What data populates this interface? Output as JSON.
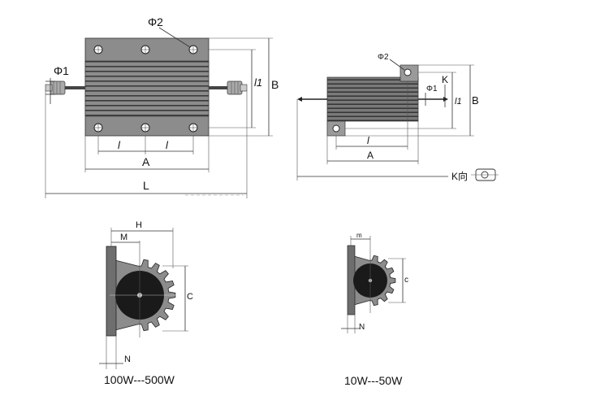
{
  "large_resistor_top": {
    "phi1": "Φ1",
    "phi2": "Φ2",
    "l1": "l1",
    "B": "B",
    "l_left": "l",
    "l_right": "l",
    "A": "A",
    "L": "L"
  },
  "small_resistor_top": {
    "phi2": "Φ2",
    "phi1": "Φ1",
    "K": "K",
    "l1": "l1",
    "B": "B",
    "l": "l",
    "A": "A",
    "K_detail": "K向"
  },
  "large_profile": {
    "H": "H",
    "M": "M",
    "C": "C",
    "N": "N",
    "caption": "100W---500W"
  },
  "small_profile": {
    "m": "m",
    "c": "c",
    "N": "N",
    "caption": "10W---50W"
  },
  "colors": {
    "body_gray": "#8c8c8c",
    "fin_dark": "#3a3a3a",
    "core_black": "#1a1a1a",
    "line": "#333333"
  }
}
